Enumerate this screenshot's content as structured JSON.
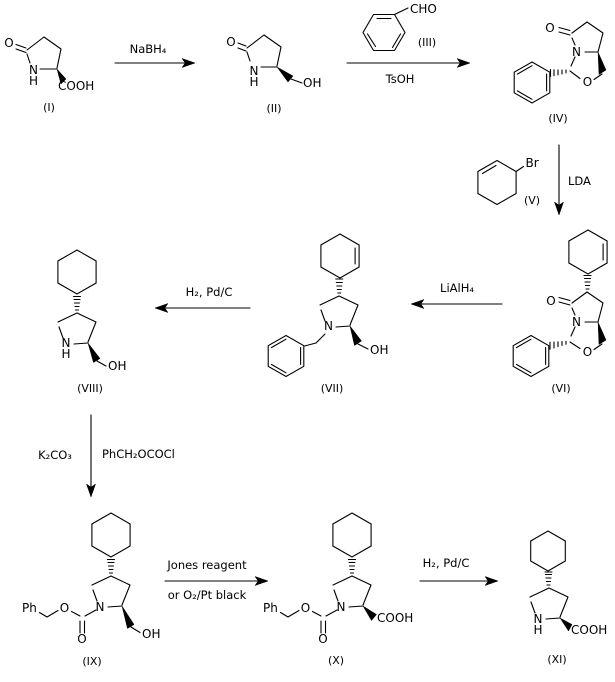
{
  "molecules": {
    "i": {
      "label": "(I)",
      "o": "O",
      "n": "N",
      "h": "H",
      "cooh": "COOH"
    },
    "ii": {
      "label": "(II)",
      "o": "O",
      "n": "N",
      "h": "H",
      "oh": "OH"
    },
    "iii": {
      "label": "(III)",
      "cho": "CHO"
    },
    "iv": {
      "label": "(IV)",
      "o": "O",
      "n": "N",
      "o_ring": "O"
    },
    "v": {
      "label": "(V)",
      "br": "Br"
    },
    "vi": {
      "label": "(VI)",
      "o": "O",
      "n": "N",
      "o_ring": "O"
    },
    "vii": {
      "label": "(VII)",
      "n": "N",
      "oh": "OH"
    },
    "viii": {
      "label": "(VIII)",
      "n": "N",
      "h": "H",
      "oh": "OH"
    },
    "ix": {
      "label": "(IX)",
      "ph": "Ph",
      "o_ester": "O",
      "o_carbonyl": "O",
      "n": "N",
      "oh": "OH"
    },
    "x": {
      "label": "(X)",
      "ph": "Ph",
      "o_ester": "O",
      "o_carbonyl": "O",
      "n": "N",
      "cooh": "COOH"
    },
    "xi": {
      "label": "(XI)",
      "n": "N",
      "h": "H",
      "cooh": "COOH"
    }
  },
  "reagents": {
    "step1": "NaBH₄",
    "step2_below": "TsOH",
    "step3": "LDA",
    "step4": "LiAlH₄",
    "step5": "H₂, Pd/C",
    "step6_left": "K₂CO₃",
    "step6_right": "PhCH₂OCOCl",
    "step7_above": "Jones reagent",
    "step7_below": "or O₂/Pt black",
    "step8": "H₂, Pd/C"
  },
  "colors": {
    "ink": "#000000",
    "background": "#ffffff"
  }
}
